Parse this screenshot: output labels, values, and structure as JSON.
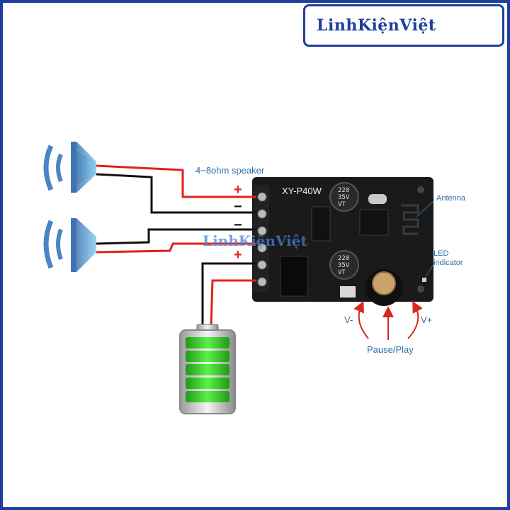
{
  "logo": {
    "text": "LinhKiệnViệt"
  },
  "watermark": {
    "text": "LinhKiệnViệt"
  },
  "board": {
    "model": "XY-P40W",
    "cap_top": "220\n35V\nVT",
    "cap_bottom": "220\n35V\nVT"
  },
  "labels": {
    "speaker": "4~8ohm speaker",
    "antenna": "Antenna",
    "led_line1": "LED",
    "led_line2": "indicator",
    "v_minus": "V-",
    "v_plus": "V+",
    "pause_play": "Pause/Play"
  },
  "terminals": {
    "plus_1": "+",
    "minus_1": "−",
    "minus_2": "−",
    "plus_2": "+"
  },
  "colors": {
    "brand_blue": "#1f3f9a",
    "wire_red": "#e0221c",
    "wire_black": "#111111",
    "pcb": "#1a1a1a",
    "battery_green": "#2fd11f",
    "label_blue": "#2f6fa8",
    "arrow_red": "#d9271f"
  }
}
